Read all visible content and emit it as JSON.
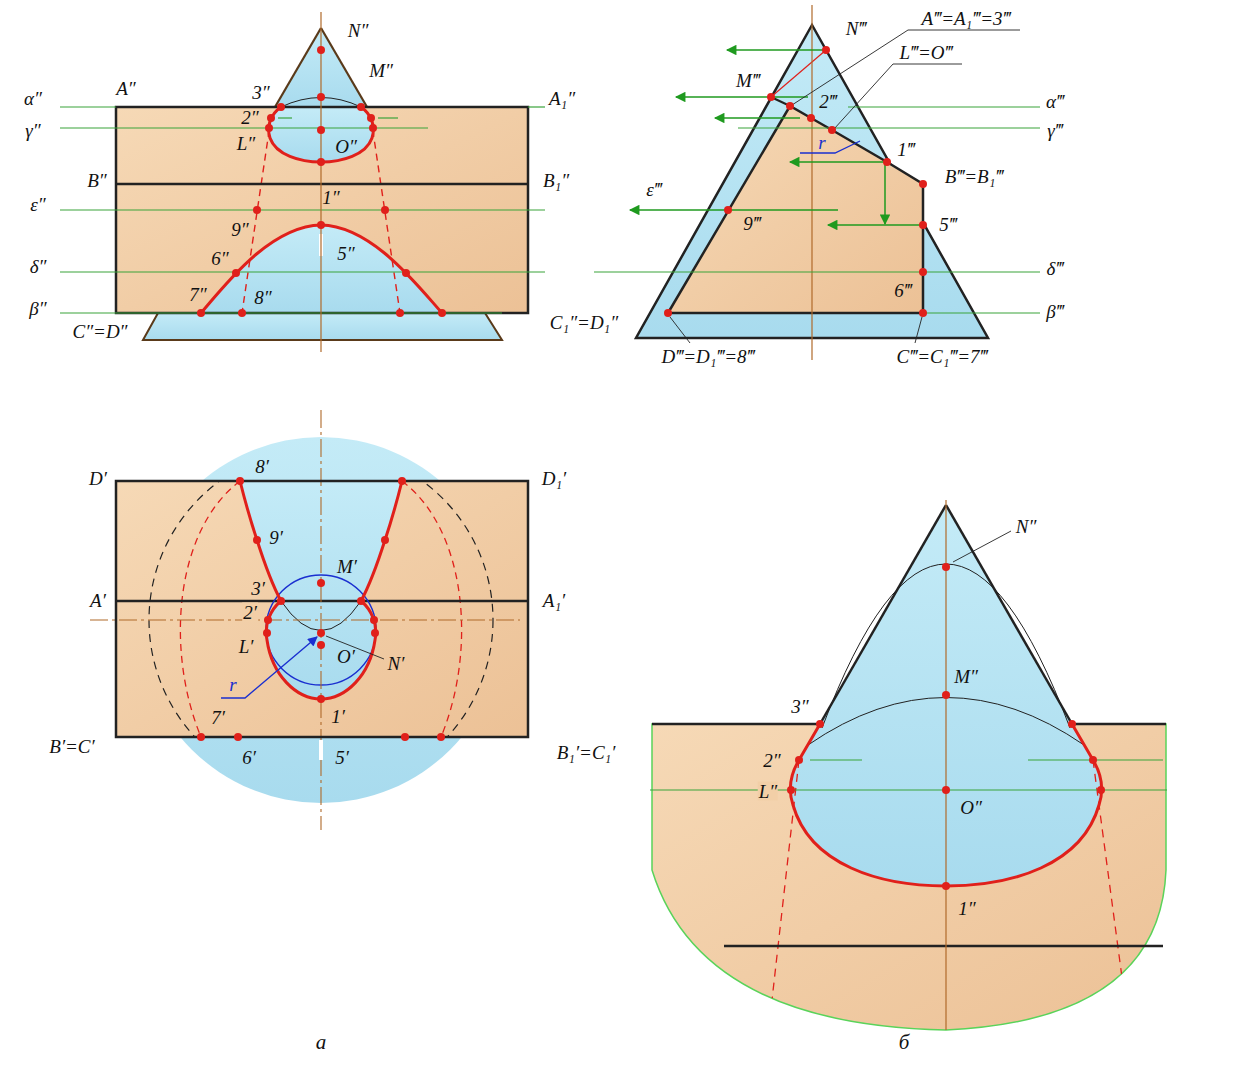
{
  "diagram": {
    "labels": [
      "N″",
      "M″",
      "3″",
      "2″",
      "L″",
      "O″",
      "1″",
      "A″",
      "A₁″",
      "B″",
      "B₁″",
      "α″",
      "γ″",
      "ε″",
      "9″",
      "δ″",
      "6″",
      "5″",
      "β″",
      "7″",
      "8″",
      "C″=D″",
      "C₁″=D₁″",
      "N‴",
      "A‴=A₁‴=3‴",
      "L‴=O‴",
      "M‴",
      "2‴",
      "1‴",
      "r",
      "B‴=B₁‴",
      "ε‴",
      "9‴",
      "5‴",
      "δ‴",
      "6‴",
      "β‴",
      "D‴=D₁‴=8‴",
      "C‴=C₁‴=7‴",
      "α‴",
      "γ‴",
      "D′",
      "8′",
      "D₁′",
      "9′",
      "M′",
      "A′",
      "3′",
      "A₁′",
      "2′",
      "L′",
      "O′",
      "N′",
      "r",
      "7′",
      "B′=C′",
      "6′",
      "5′",
      "1′",
      "B₁′=C₁′",
      "N″",
      "M″",
      "3″",
      "2″",
      "L″",
      "O″",
      "1″",
      "а",
      "б"
    ]
  }
}
